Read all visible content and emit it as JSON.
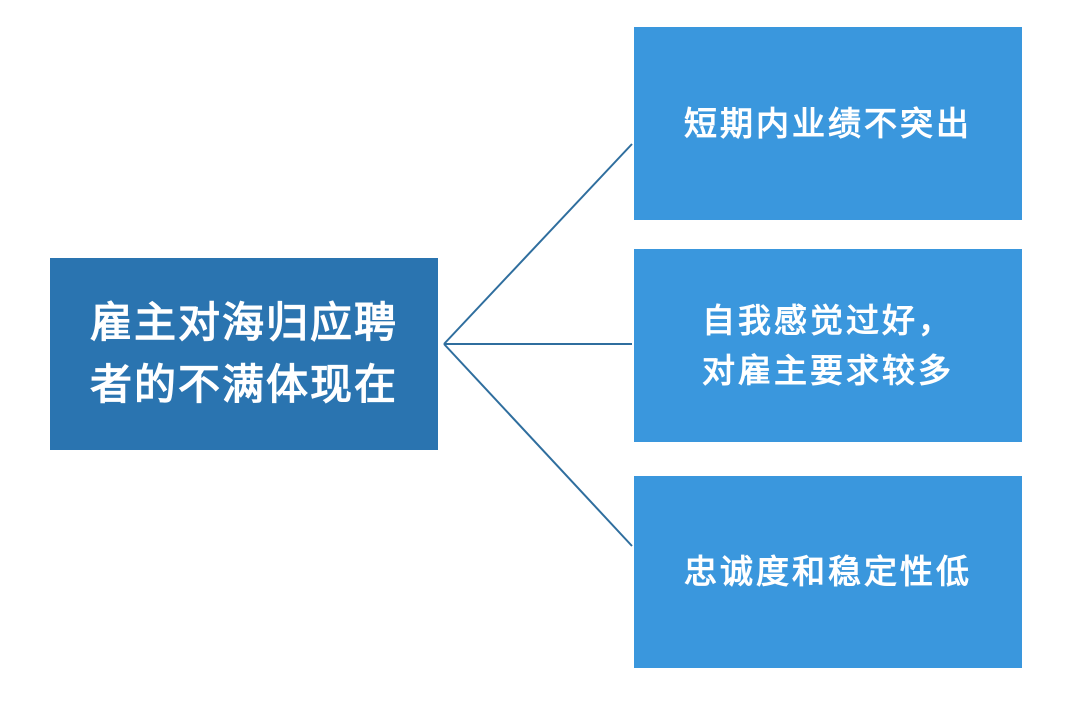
{
  "diagram": {
    "root": {
      "label": "雇主对海归应聘\n者的不满体现在"
    },
    "branches": [
      {
        "label": "短期内业绩不突出"
      },
      {
        "label": "自我感觉过好，\n对雇主要求较多"
      },
      {
        "label": "忠诚度和稳定性低"
      }
    ],
    "colors": {
      "root_fill": "#2a74b0",
      "branch_fill": "#3a97dd",
      "connector": "#2f6e9e",
      "text": "#ffffff",
      "background": "#ffffff"
    }
  }
}
